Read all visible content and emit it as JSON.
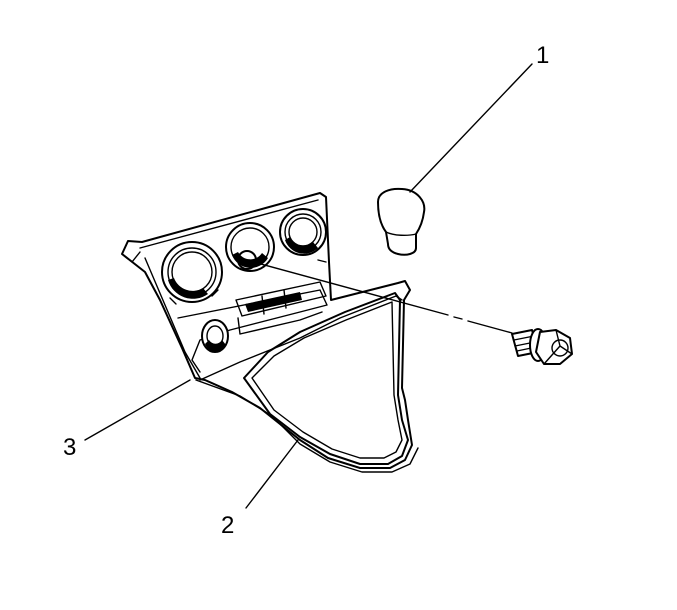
{
  "figure": {
    "background": "#ffffff",
    "line_color": "#000000"
  },
  "callouts": [
    {
      "id": "1",
      "label": "1",
      "part": "shift-knob"
    },
    {
      "id": "2",
      "label": "2",
      "part": "shift-boot-trim"
    },
    {
      "id": "3",
      "label": "3",
      "part": "console-bezel"
    }
  ]
}
